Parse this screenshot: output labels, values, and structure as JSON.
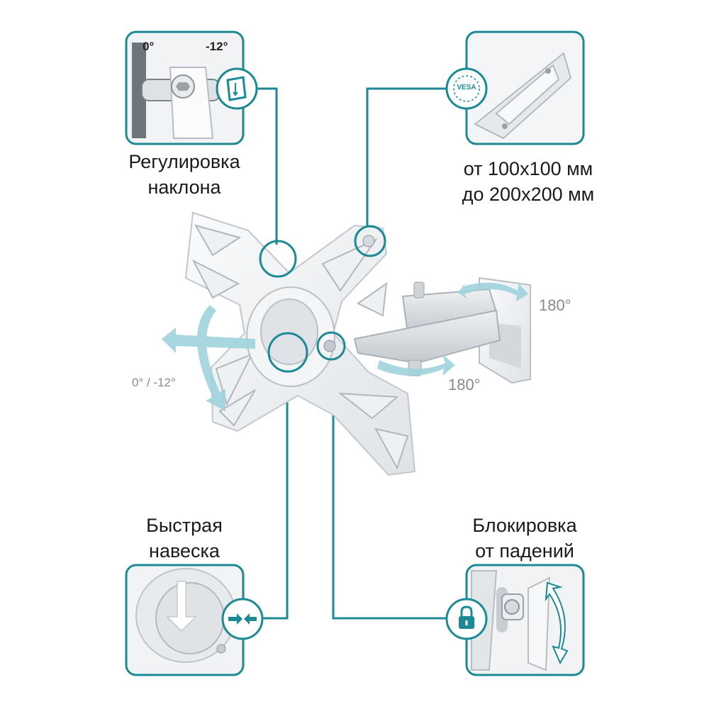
{
  "callouts": {
    "tilt": {
      "label_line1": "Регулировка",
      "label_line2": "наклона",
      "inset_left": "0°",
      "inset_right": "-12°",
      "icon": "tilt-icon"
    },
    "vesa": {
      "label_line1": "от 100х100 мм",
      "label_line2": "до 200х200 мм",
      "badge": "VESA",
      "icon": "vesa-icon"
    },
    "quick_mount": {
      "label_line1": "Быстрая",
      "label_line2": "навеска",
      "icon": "quick-mount-icon"
    },
    "lock": {
      "label_line1": "Блокировка",
      "label_line2": "от падений",
      "icon": "lock-icon"
    }
  },
  "rotation_labels": {
    "wall_swivel": "180°",
    "arm_swivel": "180°",
    "tilt_range": "0° / -12°"
  },
  "colors": {
    "accent": "#1b8a94",
    "arrow": "#9fd3dc",
    "metal": "#e9ecef",
    "metal_shadow": "#c9ced3"
  }
}
